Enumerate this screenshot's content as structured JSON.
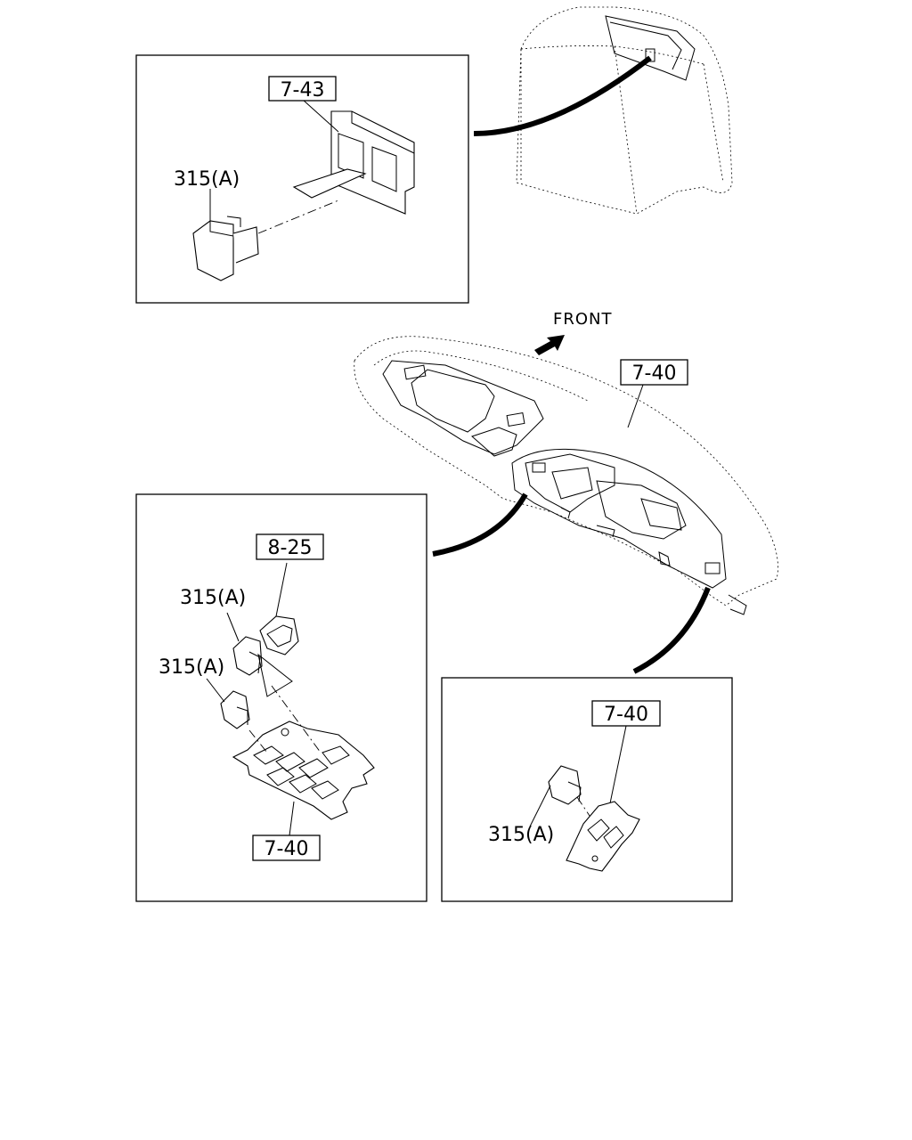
{
  "labels": {
    "front": "FRONT",
    "top_box_ref": "7-43",
    "top_box_part": "315(A)",
    "main_panel_ref": "7-40",
    "left_box_ref_top": "8-25",
    "left_box_part_1": "315(A)",
    "left_box_part_2": "315(A)",
    "left_box_ref_bottom": "7-40",
    "right_box_ref": "7-40",
    "right_box_part": "315(A)"
  }
}
